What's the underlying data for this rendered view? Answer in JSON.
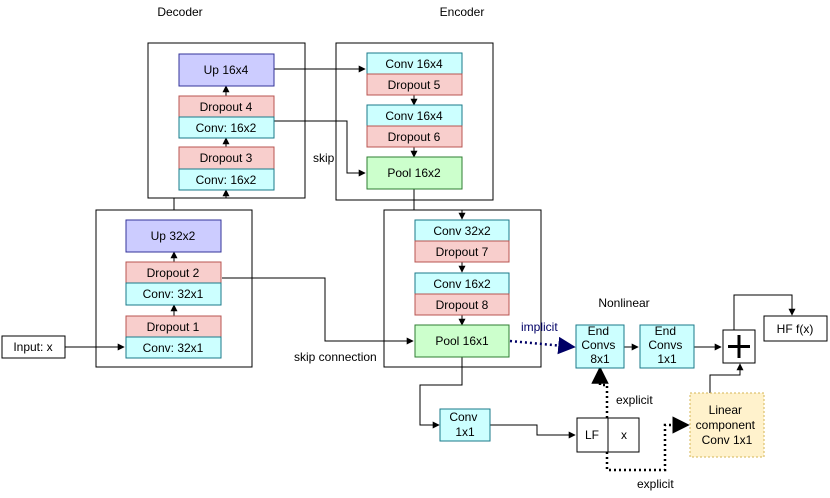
{
  "labels": {
    "decoder": "Decoder",
    "encoder": "Encoder",
    "nonlinear": "Nonlinear",
    "skip": "skip",
    "skip_connection": "skip connection",
    "implicit": "implicit",
    "explicit_upper": "explicit",
    "explicit_lower": "explicit"
  },
  "blocks": {
    "up_16x4": "Up 16x4",
    "dec_dropout_4": "Dropout 4",
    "dec_conv_16x2_a": "Conv: 16x2",
    "dec_dropout_3": "Dropout 3",
    "dec_conv_16x2_b": "Conv: 16x2",
    "up_32x2": "Up 32x2",
    "dec_dropout_2": "Dropout 2",
    "dec_conv_32x1_a": "Conv: 32x1",
    "dec_dropout_1": "Dropout 1",
    "dec_conv_32x1_b": "Conv: 32x1",
    "input_x": "Input: x",
    "enc_conv_16x4_a": "Conv 16x4",
    "enc_dropout_5": "Dropout 5",
    "enc_conv_16x4_b": "Conv 16x4",
    "enc_dropout_6": "Dropout 6",
    "pool_16x2": "Pool 16x2",
    "enc_conv_32x2": "Conv 32x2",
    "enc_dropout_7": "Dropout 7",
    "enc_conv_16x2": "Conv 16x2",
    "enc_dropout_8": "Dropout 8",
    "pool_16x1": "Pool 16x1",
    "conv_1x1": [
      "Conv",
      "1x1"
    ],
    "end_convs_8x1": [
      "End",
      "Convs",
      "8x1"
    ],
    "end_convs_1x1": [
      "End",
      "Convs",
      "1x1"
    ],
    "lf": "LF",
    "x": "x",
    "linear_component": [
      "Linear",
      "component",
      "Conv 1x1"
    ],
    "hf": "HF f(x)",
    "plus": "+"
  },
  "colors": {
    "up": "#ccccff",
    "up_stroke": "#333399",
    "conv": "#ccffff",
    "conv_stroke": "#1a7a8a",
    "dropout": "#f8cecc",
    "dropout_stroke": "#b85450",
    "pool": "#ccffcc",
    "pool_stroke": "#2e7d32",
    "linear": "#fff2cc",
    "linear_stroke": "#d6b656",
    "implicit": "#000066"
  }
}
